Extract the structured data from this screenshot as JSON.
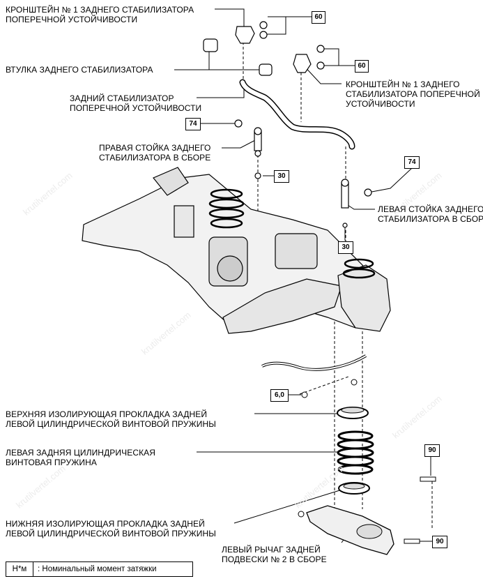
{
  "labels": {
    "bracket1_top": [
      "КРОНШТЕЙН № 1 ЗАДНЕГО СТАБИЛИЗАТОРА",
      "ПОПЕРЕЧНОЙ УСТОЙЧИВОСТИ"
    ],
    "bushing": "ВТУЛКА ЗАДНЕГО СТАБИЛИЗАТОРА",
    "bracket1_right": [
      "КРОНШТЕЙН № 1 ЗАДНЕГО",
      "СТАБИЛИЗАТОРА ПОПЕРЕЧНОЙ",
      "УСТОЙЧИВОСТИ"
    ],
    "stabilizer": [
      "ЗАДНИЙ СТАБИЛИЗАТОР",
      "ПОПЕРЕЧНОЙ УСТОЙЧИВОСТИ"
    ],
    "right_link": [
      "ПРАВАЯ СТОЙКА ЗАДНЕГО",
      "СТАБИЛИЗАТОРА В СБОРЕ"
    ],
    "left_link": [
      "ЛЕВАЯ СТОЙКА ЗАДНЕГО",
      "СТАБИЛИЗАТОРА В СБОРЕ"
    ],
    "upper_insulator": [
      "ВЕРХНЯЯ ИЗОЛИРУЮЩАЯ ПРОКЛАДКА ЗАДНЕЙ",
      "ЛЕВОЙ ЦИЛИНДРИЧЕСКОЙ ВИНТОВОЙ ПРУЖИНЫ"
    ],
    "coil_spring": [
      "ЛЕВАЯ ЗАДНЯЯ ЦИЛИНДРИЧЕСКАЯ",
      "ВИНТОВАЯ ПРУЖИНА"
    ],
    "lower_insulator": [
      "НИЖНЯЯ ИЗОЛИРУЮЩАЯ ПРОКЛАДКА ЗАДНЕЙ",
      "ЛЕВОЙ ЦИЛИНДРИЧЕСКОЙ ВИНТОВОЙ ПРУЖИНЫ"
    ],
    "lower_arm": [
      "ЛЕВЫЙ РЫЧАГ ЗАДНЕЙ",
      "ПОДВЕСКИ № 2 В СБОРЕ"
    ]
  },
  "torque": {
    "t60_top": "60",
    "t60_right": "60",
    "t74_left": "74",
    "t74_right": "74",
    "t30_left": "30",
    "t30_right": "30",
    "t6": "6,0",
    "t90_top": "90",
    "t90_bottom": "90"
  },
  "legend": {
    "key": "Н*м",
    "text": ": Номинальный момент затяжки"
  },
  "watermark": "krutilvertel.com"
}
